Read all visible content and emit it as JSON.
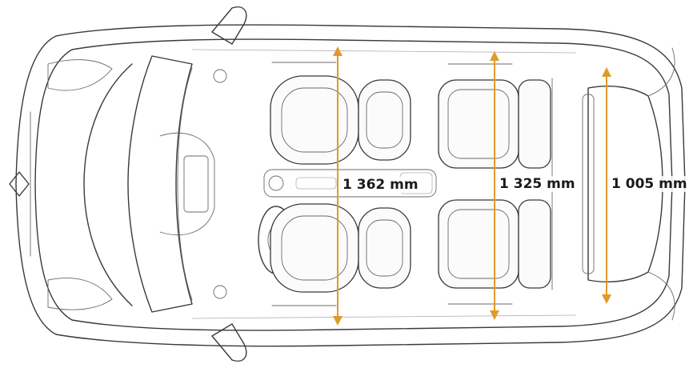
{
  "measurements": [
    {
      "id": "front-seat-width",
      "label": "1 362 mm"
    },
    {
      "id": "rear-seat-width",
      "label": "1 325 mm"
    },
    {
      "id": "boot-width",
      "label": "1 005 mm"
    }
  ],
  "colors": {
    "dimension_line": "#e09a2a",
    "outline": "#3a3a3a",
    "text": "#1a1a1a"
  }
}
